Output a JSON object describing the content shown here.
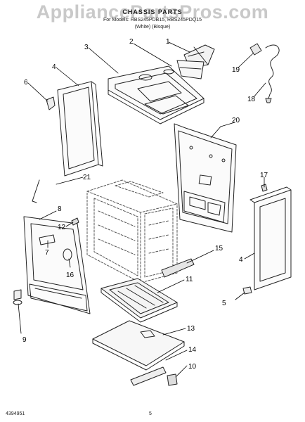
{
  "watermark": "AppliancePartsPros.com",
  "header": {
    "line1": "CHASSIS PARTS",
    "line2": "For Models: RBS245PDB15, RBS245PDQ15",
    "line3": "(White)   (Bisque)"
  },
  "footer": {
    "doc_number": "4394951",
    "page_number": "5"
  },
  "callouts": [
    "1",
    "2",
    "3",
    "4",
    "5",
    "6",
    "7",
    "8",
    "9",
    "10",
    "11",
    "12",
    "13",
    "14",
    "15",
    "16",
    "17",
    "18",
    "19",
    "20",
    "21",
    "4"
  ]
}
